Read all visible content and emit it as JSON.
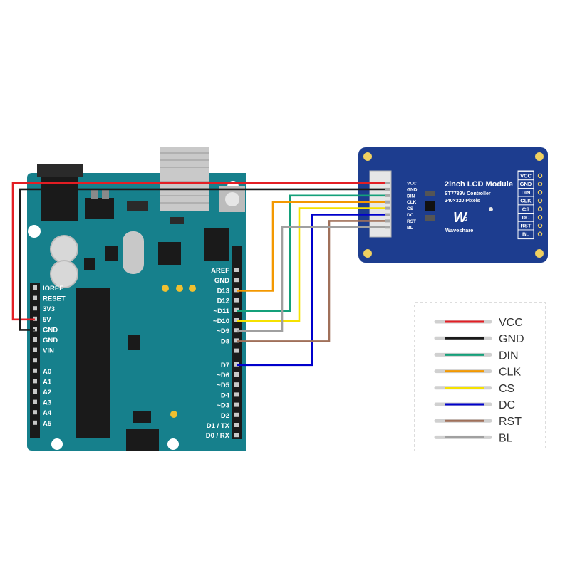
{
  "arduino": {
    "left_pins": [
      "IOREF",
      "RESET",
      "3V3",
      "5V",
      "GND",
      "GND",
      "VIN",
      "",
      "A0",
      "A1",
      "A2",
      "A3",
      "A4",
      "A5"
    ],
    "right_pins": [
      "AREF",
      "GND",
      "D13",
      "D12",
      "~D11",
      "~D10",
      "~D9",
      "D8",
      "",
      "D7",
      "~D6",
      "~D5",
      "D4",
      "~D3",
      "D2",
      "D1 / TX",
      "D0 / RX"
    ]
  },
  "lcd": {
    "title": "2inch LCD Module",
    "controller": "ST7789V Controller",
    "resolution": "240×320 Pixels",
    "brand": "Waveshare",
    "connector_pins": [
      "VCC",
      "GND",
      "DIN",
      "CLK",
      "CS",
      "DC",
      "RST",
      "BL"
    ],
    "header_pins": [
      "VCC",
      "GND",
      "DIN",
      "CLK",
      "CS",
      "DC",
      "RST",
      "BL"
    ]
  },
  "wires": [
    {
      "signal": "VCC",
      "color": "#e31e24",
      "arduino_pin": "5V"
    },
    {
      "signal": "GND",
      "color": "#1a1a1a",
      "arduino_pin": "GND"
    },
    {
      "signal": "DIN",
      "color": "#14a07a",
      "arduino_pin": "~D11"
    },
    {
      "signal": "CLK",
      "color": "#f39800",
      "arduino_pin": "D13"
    },
    {
      "signal": "CS",
      "color": "#f5e100",
      "arduino_pin": "~D10"
    },
    {
      "signal": "DC",
      "color": "#0000cc",
      "arduino_pin": "D7"
    },
    {
      "signal": "RST",
      "color": "#a0705a",
      "arduino_pin": "D8"
    },
    {
      "signal": "BL",
      "color": "#a0a0a0",
      "arduino_pin": "~D9"
    }
  ],
  "legend": {
    "items": [
      {
        "label": "VCC",
        "color": "#e31e24"
      },
      {
        "label": "GND",
        "color": "#1a1a1a"
      },
      {
        "label": "DIN",
        "color": "#14a07a"
      },
      {
        "label": "CLK",
        "color": "#f39800"
      },
      {
        "label": "CS",
        "color": "#f5e100"
      },
      {
        "label": "DC",
        "color": "#0000cc"
      },
      {
        "label": "RST",
        "color": "#a0705a"
      },
      {
        "label": "BL",
        "color": "#a0a0a0"
      }
    ]
  },
  "colors": {
    "board": "#16808c",
    "board_dark": "#0f6470",
    "lcd_board": "#1d3d8f",
    "header": "#1a1a1a"
  }
}
